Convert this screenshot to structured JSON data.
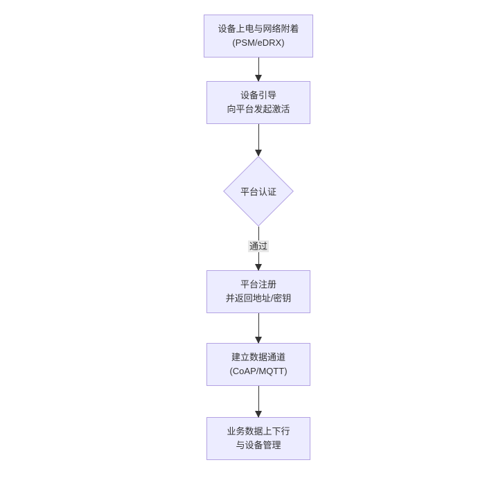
{
  "diagram": {
    "type": "flowchart",
    "direction": "top-down",
    "background": "#ffffff",
    "nodes": [
      {
        "id": "A",
        "shape": "rect",
        "lines": [
          "设备上电与网络附着",
          "(PSM/eDRX)"
        ]
      },
      {
        "id": "B",
        "shape": "rect",
        "lines": [
          "设备引导",
          "向平台发起激活"
        ]
      },
      {
        "id": "C",
        "shape": "diamond",
        "lines": [
          "平台认证"
        ]
      },
      {
        "id": "D",
        "shape": "rect",
        "lines": [
          "平台注册",
          "并返回地址/密钥"
        ]
      },
      {
        "id": "E",
        "shape": "rect",
        "lines": [
          "建立数据通道",
          "(CoAP/MQTT)"
        ]
      },
      {
        "id": "F",
        "shape": "rect",
        "lines": [
          "业务数据上下行",
          "与设备管理"
        ]
      }
    ],
    "edges": [
      {
        "from": "A",
        "to": "B",
        "label": ""
      },
      {
        "from": "B",
        "to": "C",
        "label": ""
      },
      {
        "from": "C",
        "to": "D",
        "label": "通过"
      },
      {
        "from": "D",
        "to": "E",
        "label": ""
      },
      {
        "from": "E",
        "to": "F",
        "label": ""
      }
    ],
    "colors": {
      "node_fill": "#ECECFF",
      "node_border": "#b3a2e3",
      "line": "#333333",
      "edge_label_bg": "#e8e8e8",
      "text": "#333333"
    }
  }
}
